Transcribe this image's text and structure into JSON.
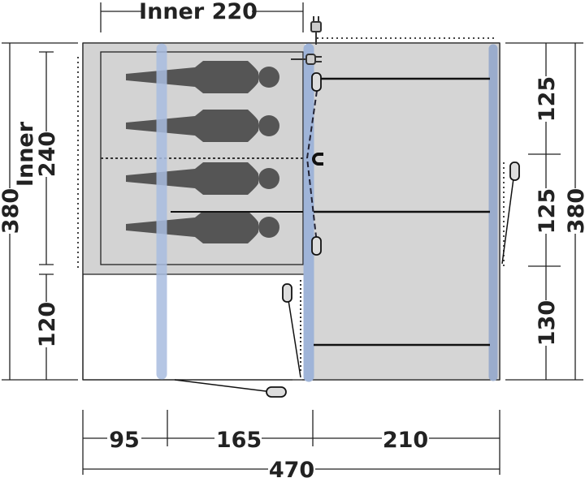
{
  "diagram": {
    "top_label": "Inner 220",
    "left": {
      "inner_word": "Inner",
      "inner_value": "240",
      "total": "380",
      "porch": "120"
    },
    "right": {
      "seg1": "125",
      "seg2": "125",
      "seg3": "130",
      "total": "380"
    },
    "bottom": {
      "seg1": "95",
      "seg2": "165",
      "seg3": "210",
      "total": "470"
    },
    "sleeping_positions": 4,
    "colors": {
      "pole": "#a9bde0",
      "living_floor": "#d5d5d5",
      "inner_room": "#bdbdbd",
      "person": "#555555"
    },
    "icons": [
      "electric-plug-icon",
      "socket-icon",
      "magnet-icon",
      "peg-loop-icon"
    ]
  }
}
